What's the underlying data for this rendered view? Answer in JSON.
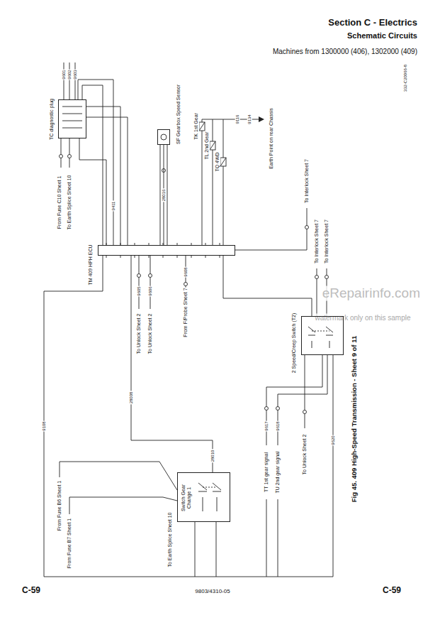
{
  "diagram": {
    "title": "Section C - Electrics",
    "caption": "Fig 45. 409 High-Speed Transmission - Sheet 9 of 11",
    "nodes": [
      {
        "text": [
          "TC diagnostic plug"
        ]
      },
      {
        "text": [
          "SF Gearbox Speed Sensor"
        ]
      },
      {
        "text": [
          "TM 409 HPH ECU"
        ]
      },
      {
        "text": [
          "2 Speed/Creep Switch (T2)"
        ]
      },
      {
        "text": [
          "Switch Gear Change 1"
        ]
      }
    ],
    "edges": [
      {
        "from": 2,
        "to": 0,
        "arrow": "none"
      },
      {
        "from": 1,
        "to": 2,
        "arrow": "none"
      },
      {
        "from": 2,
        "to": 3,
        "arrow": "none"
      },
      {
        "from": 2,
        "to": 4,
        "arrow": "none"
      }
    ],
    "labels": [
      "Schematic Circuits",
      "Machines from 1300000 (406), 1302000 (409)",
      "332-C20066-8",
      "From Fuse C10 Sheet 1",
      "To Earth Splice Sheet 10",
      "TK 1st Gear",
      "TL 2nd Gear",
      "TQ 4WD",
      "Earth Point on rear Chassis",
      "To Unlock Sheet 2",
      "To Unlock Sheet 2",
      "From F/Probe Sheet 7",
      "To Interlock Sheet 7",
      "To Interlock Sheet 7",
      "To Interlock Sheet 7",
      "To Unlock Sheet 2",
      "TT 1st gear signal",
      "TU 2nd gear signal",
      "From Fuse B6 Sheet 1",
      "From Fuse B7 Sheet 1",
      "To Earth Splice Sheet 10",
      "eRepairinfo.com",
      "watermark only on this sample",
      "C-59",
      "9803/4310-05",
      "C-59",
      "9601",
      "9602",
      "9603",
      "9116",
      "9134",
      "9411",
      "28016",
      "9605",
      "9606",
      "9608",
      "9617",
      "9618",
      "9620",
      "28010",
      "28008",
      "9108"
    ]
  }
}
